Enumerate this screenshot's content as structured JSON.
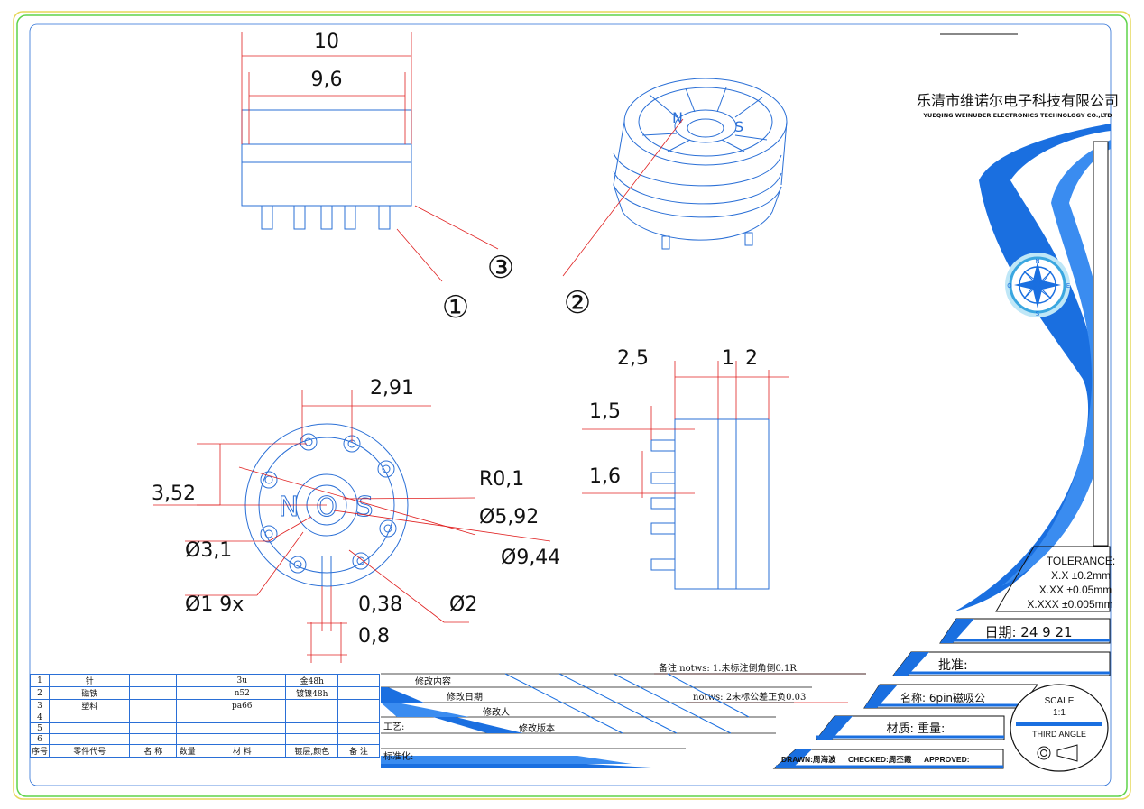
{
  "company": {
    "name_cn": "乐清市维诺尔电子科技有限公司",
    "name_en": "YUEQING WEINUDER ELECTRONICS TECHNOLOGY CO.,LTD"
  },
  "balloons": [
    "①",
    "②",
    "③"
  ],
  "dimensions": {
    "side_width": "10",
    "side_inner": "9,6",
    "pin_pitch": "2,91",
    "offset": "3,52",
    "radius": "R0,1",
    "dia_center": "Ø5,92",
    "dia_outer": "Ø9,44",
    "dia_inner": "Ø3,1",
    "dia_pin": "Ø1  9x",
    "slot": "0,38",
    "slot_width": "0,8",
    "dia_small": "Ø2",
    "sec_a": "2,5",
    "sec_b": "1",
    "sec_c": "2",
    "sec_d": "1,5",
    "sec_e": "1,6"
  },
  "magnet_letters": {
    "n": "N",
    "o": "O",
    "s": "S"
  },
  "compass": {
    "n": "N",
    "s": "S",
    "e": "E",
    "o": "O"
  },
  "tolerance": {
    "title": "TOLERANCE:",
    "lines": [
      "X.X  ±0.2mm",
      "X.XX  ±0.05mm",
      "X.XXX  ±0.005mm"
    ]
  },
  "title_block": {
    "date": "日期: 24 9 21",
    "approve": "批准:",
    "name": "名称: 6pin磁吸公",
    "material": "材质:   重量:",
    "drawn": "DRAWN:周海波",
    "checked": "CHECKED:周丕霞",
    "approved": "APPROVED:"
  },
  "scale": {
    "label": "SCALE",
    "value": "1:1",
    "projection": "THIRD ANGLE"
  },
  "notes": {
    "note1": "备注  notws: 1.未标注倒角倒0.1R",
    "note2": "notws: 2未标公差正负0.03"
  },
  "revision": {
    "content": "修改内容",
    "date": "修改日期",
    "person": "修改人",
    "process": "工艺:",
    "version": "修改版本",
    "standard": "标准化:"
  },
  "bom": {
    "rows": [
      [
        "1",
        "针",
        "",
        "",
        "3u",
        "金48h",
        ""
      ],
      [
        "2",
        "磁铁",
        "",
        "",
        "n52",
        "镀镍48h",
        ""
      ],
      [
        "3",
        "塑料",
        "",
        "",
        "pa66",
        "",
        ""
      ],
      [
        "4",
        "",
        "",
        "",
        "",
        "",
        ""
      ],
      [
        "5",
        "",
        "",
        "",
        "",
        "",
        ""
      ],
      [
        "6",
        "",
        "",
        "",
        "",
        "",
        ""
      ]
    ],
    "header": [
      "序号",
      "零件代号",
      "名 称",
      "数量",
      "材  料",
      "镀层,颜色",
      "备 注"
    ]
  },
  "colors": {
    "accent": "#1a6fe0",
    "dim_red": "#e02020",
    "outline": "#2a6fd6",
    "border_green": "#5fd34a",
    "border_yellow": "#e6d75a"
  }
}
